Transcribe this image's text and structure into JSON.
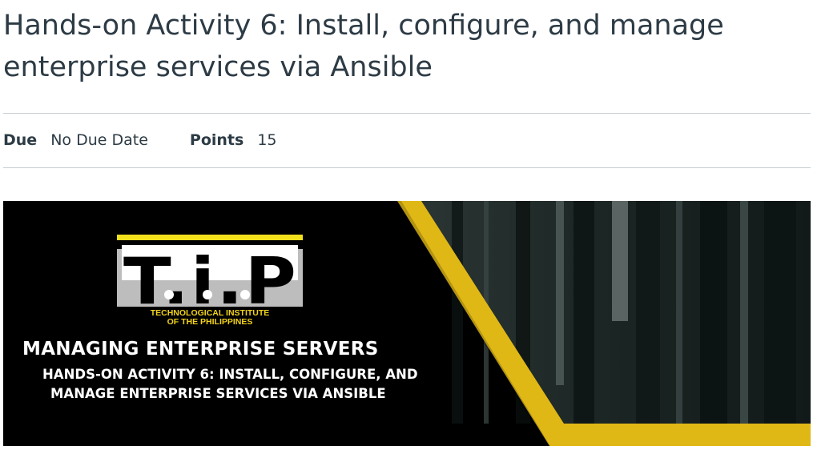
{
  "page": {
    "title": "Hands-on Activity 6: Install, configure, and manage enterprise services via Ansible"
  },
  "details": {
    "due_label": "Due",
    "due_value": "No Due Date",
    "points_label": "Points",
    "points_value": "15"
  },
  "banner": {
    "logo_text": "T.i.P",
    "logo_subtitle_line1": "TECHNOLOGICAL INSTITUTE",
    "logo_subtitle_line2": "OF THE PHILIPPINES",
    "heading": "MANAGING ENTERPRISE SERVERS",
    "subheading_line1": "HANDS-ON ACTIVITY 6: INSTALL, CONFIGURE, AND",
    "subheading_line2": "MANAGE ENTERPRISE SERVICES VIA ANSIBLE",
    "colors": {
      "accent": "#e0b816",
      "background": "#000000",
      "logo_yellow": "#f2e01c",
      "logo_gray": "#bdbdbd",
      "server_panel": "#1f2a2a"
    }
  }
}
